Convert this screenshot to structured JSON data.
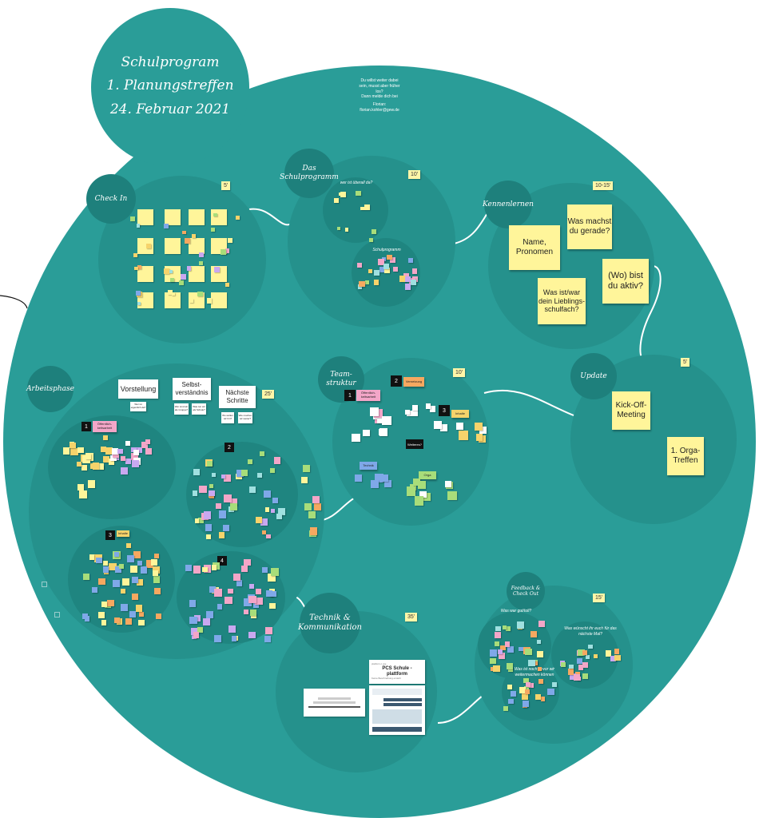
{
  "title": {
    "line1": "Schulprogram",
    "line2": "1. Planungstreffen",
    "line3": "24. Februar 2021"
  },
  "intro_note": {
    "line1": "Du willst weiter dabei",
    "line2": "sein, musst aber früher",
    "line3": "los?",
    "line4": "Dann melde dich bei",
    "line5": "Florian:",
    "line6": "florian.kohler@gew.de"
  },
  "sections": {
    "check_in": {
      "label": "Check In",
      "time": "5'"
    },
    "schulprogramm": {
      "label": "Das Schulprogramm",
      "time": "10'",
      "sub1": "wer ist überall da?",
      "sub2": "Schulprogramm"
    },
    "kennenlernen": {
      "label": "Kennenlernen",
      "time": "10-15'",
      "notes": [
        "Was machst du gerade?",
        "Name, Pronomen",
        "(Wo) bist du aktiv?",
        "Was ist/war dein Lieblings-schulfach?"
      ]
    },
    "update": {
      "label": "Update",
      "time": "5'",
      "notes": [
        "Kick-Off-Meeting",
        "1. Orga-Treffen"
      ]
    },
    "arbeitsphase": {
      "label": "Arbeitsphase",
      "time": "25'",
      "headers": [
        "Vorstellung",
        "Selbst-verständnis",
        "Nächste Schritte"
      ],
      "sub_cards": [
        "Wer ist eigentlich da?",
        "Wer sind wir als Gruppe?",
        "Was tun wir als Schule?",
        "Wo wollen wir hin?",
        "Wie machen wir weiter?"
      ],
      "groups": [
        "1",
        "2",
        "3",
        "4"
      ],
      "group_labels": [
        "Öffentlich-keitsarbeit",
        "Inhalte"
      ]
    },
    "teamstruktur": {
      "label": "Team-struktur",
      "time": "10'",
      "boxes": [
        "1",
        "2",
        "3"
      ],
      "labels": [
        "Öffentlich-keitsarbeit",
        "Vernetzung",
        "Inhalte",
        "Weiteres?",
        "Technik",
        "Orga"
      ]
    },
    "technik": {
      "label": "Technik & Kommunikation",
      "time": "35'",
      "card_title": "PCS Schule - plattform",
      "card_sub": "Keine Beschreibung erstellt",
      "card_top": "platform.c.org"
    },
    "feedback": {
      "label": "Feedback & Check Out",
      "time": "15'",
      "sub1": "Was war gut/toll?",
      "sub2": "Was wünscht ihr euch für das nächste Mal?",
      "sub3": "Was ist noch bevor wir weitermachen können"
    }
  },
  "colors": {
    "bg_teal": "#2a9d98",
    "sticky_yellow": "#fff59a",
    "sticky_pink": "#f3a6c8",
    "sticky_green": "#a8dd7a"
  }
}
